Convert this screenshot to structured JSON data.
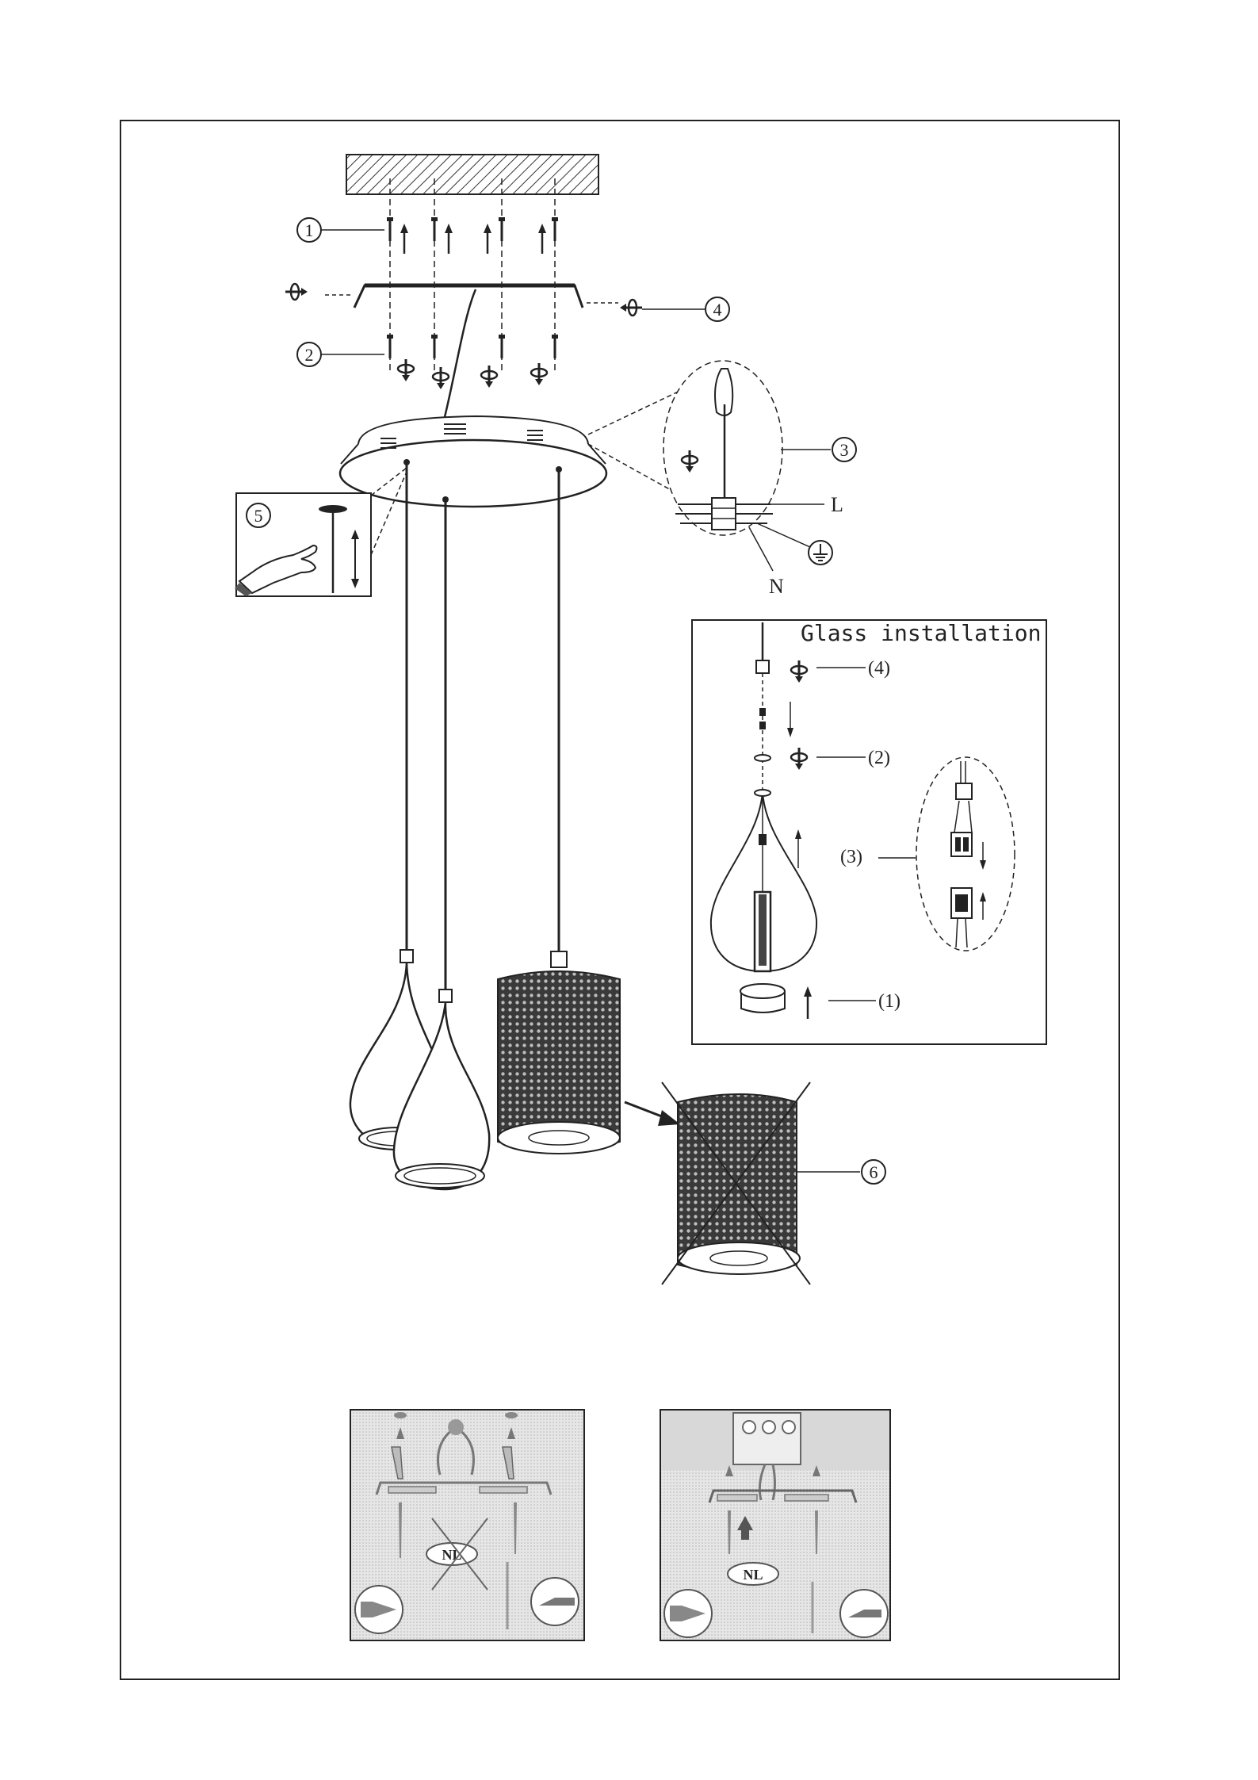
{
  "callouts": {
    "c1": "1",
    "c2": "2",
    "c3": "3",
    "c4": "4",
    "c5": "5",
    "c6": "6"
  },
  "wiring": {
    "live": "L",
    "neutral": "N"
  },
  "glass_installation": {
    "title": "Glass installation",
    "step4": "(4)",
    "step2": "(2)",
    "step3": "(3)",
    "step1": "(1)"
  },
  "warning_panels": {
    "left_badge": "NL",
    "right_badge": "NL"
  },
  "icons": {
    "rotate": "rotate-arrow-icon",
    "earth": "earth-ground-icon",
    "hand": "hand-icon"
  }
}
